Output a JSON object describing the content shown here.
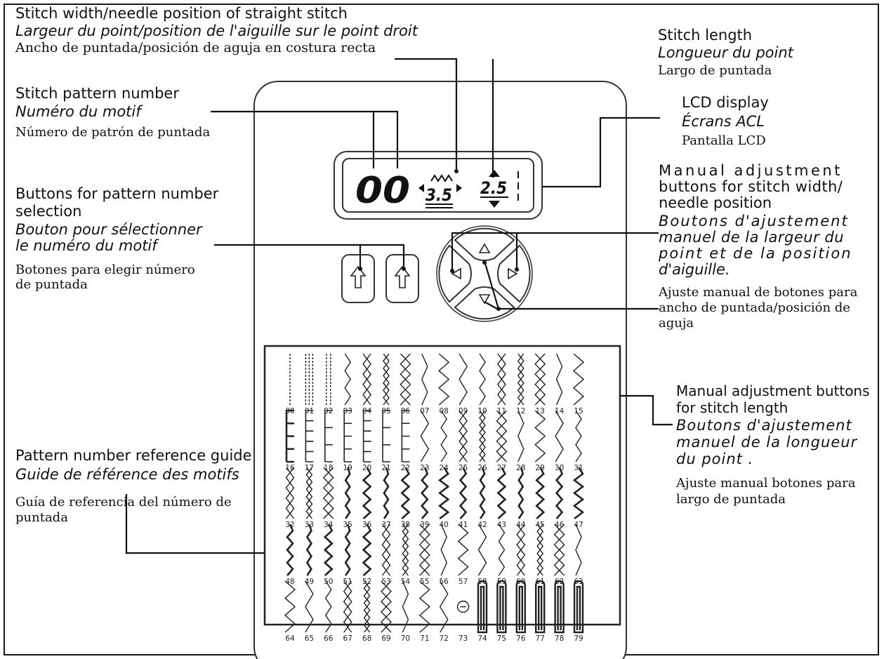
{
  "labels": {
    "stitch_width": {
      "en": "Stitch width/needle position of straight stitch",
      "fr": "Largeur du point/position de l'aiguille sur le point droit",
      "es": "Ancho de puntada/posición de aguja en costura recta"
    },
    "stitch_length": {
      "en": "Stitch length",
      "fr": "Longueur du point",
      "es": "Largo de  puntada"
    },
    "pattern_number": {
      "en": "Stitch pattern number",
      "fr": "Numéro du motif",
      "es": "Número de patrón de puntada"
    },
    "lcd_display": {
      "en": "LCD display",
      "fr": "Écrans ACL",
      "es": "Pantalla LCD"
    },
    "pattern_buttons": {
      "en1": "Buttons for pattern number",
      "en2": "selection",
      "fr1": "Bouton pour sélectionner",
      "fr2": "le numéro du motif",
      "es1": "Botones para elegir número",
      "es2": "de puntada"
    },
    "width_buttons": {
      "en1": "Manual adjustment",
      "en2": "buttons for stitch width/",
      "en3": "needle position",
      "fr1": "Boutons d'ajustement",
      "fr2": "manuel de la largeur du",
      "fr3": "point et de la position",
      "fr4": "d'aiguille.",
      "es1": "Ajuste manual de botones para",
      "es2": "ancho de puntada/posición de",
      "es3": "aguja"
    },
    "length_buttons": {
      "en1": "Manual adjustment buttons",
      "en2": "for stitch length",
      "fr1": "Boutons d'ajustement",
      "fr2": "manuel de la longueur",
      "fr3": "du point .",
      "es1": "Ajuste manual botones para",
      "es2": "largo de puntada"
    },
    "reference_guide": {
      "en": "Pattern number reference guide",
      "fr": "Guide de référence des motifs",
      "es1": "Guía de referencia del número de",
      "es2": "puntada"
    }
  },
  "lcd": {
    "pattern": "00",
    "width": "3.5",
    "length": "2.5"
  },
  "pattern_numbers": [
    "00",
    "01",
    "02",
    "03",
    "04",
    "05",
    "06",
    "07",
    "08",
    "09",
    "10",
    "11",
    "12",
    "13",
    "14",
    "15",
    "16",
    "17",
    "18",
    "19",
    "20",
    "21",
    "22",
    "23",
    "24",
    "25",
    "26",
    "27",
    "28",
    "29",
    "30",
    "31",
    "32",
    "33",
    "34",
    "35",
    "36",
    "37",
    "38",
    "39",
    "40",
    "41",
    "42",
    "43",
    "44",
    "45",
    "46",
    "47",
    "48",
    "49",
    "50",
    "51",
    "52",
    "53",
    "54",
    "55",
    "56",
    "57",
    "58",
    "59",
    "60",
    "61",
    "62",
    "63",
    "64",
    "65",
    "66",
    "67",
    "68",
    "69",
    "70",
    "71",
    "72",
    "73",
    "74",
    "75",
    "76",
    "77",
    "78",
    "79"
  ],
  "icons": {
    "up_button": "up-arrow-icon",
    "left_button": "left-triangle-icon",
    "right_button": "right-triangle-icon",
    "top_button": "up-triangle-icon",
    "bottom_button": "down-triangle-icon"
  },
  "colors": {
    "ink": "#111111",
    "panel_border": "#333333",
    "background": "#ffffff"
  }
}
